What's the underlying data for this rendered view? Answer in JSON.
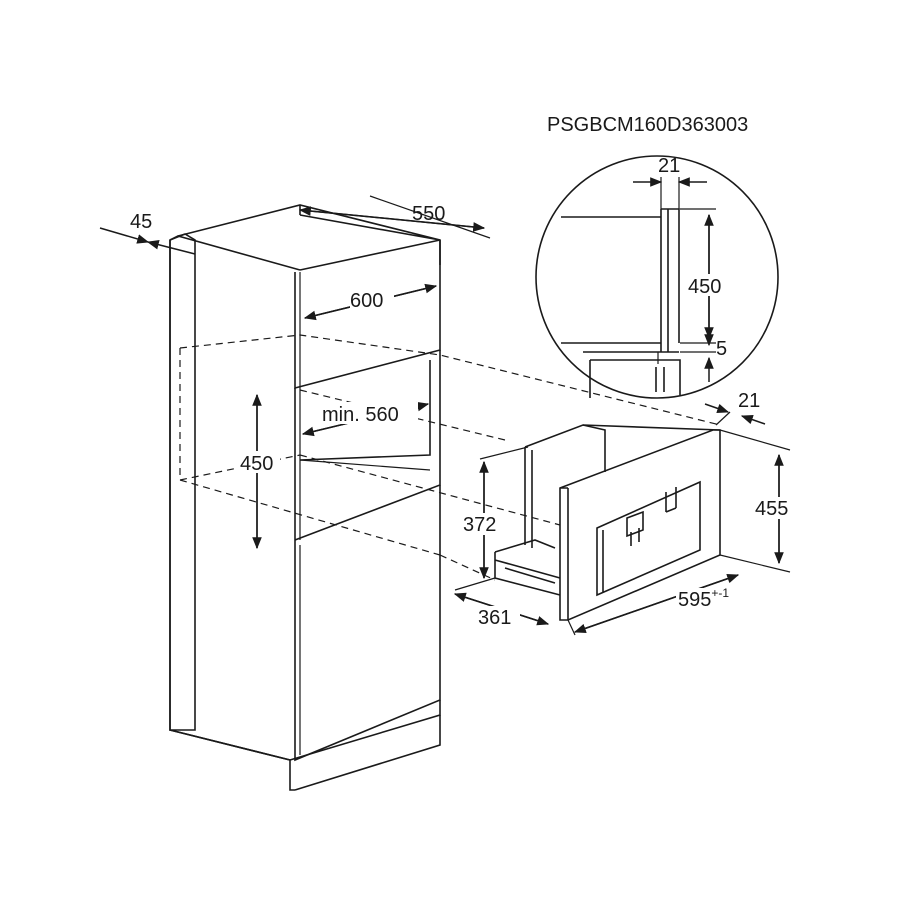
{
  "doc_code": "PSGBCM160D363003",
  "dimensions": {
    "cabinet_side_depth": "45",
    "cabinet_top_depth": "550",
    "cabinet_width": "600",
    "niche_min_width": "min. 560",
    "niche_height": "450",
    "detail_panel_thickness": "21",
    "detail_height": "450",
    "detail_gap": "5",
    "appliance_frame_depth": "21",
    "appliance_height": "455",
    "appliance_body_height": "372",
    "appliance_body_depth": "361",
    "appliance_width": "595",
    "appliance_width_tolerance": "+-1"
  },
  "colors": {
    "line": "#1a1a1a",
    "background": "#ffffff"
  }
}
